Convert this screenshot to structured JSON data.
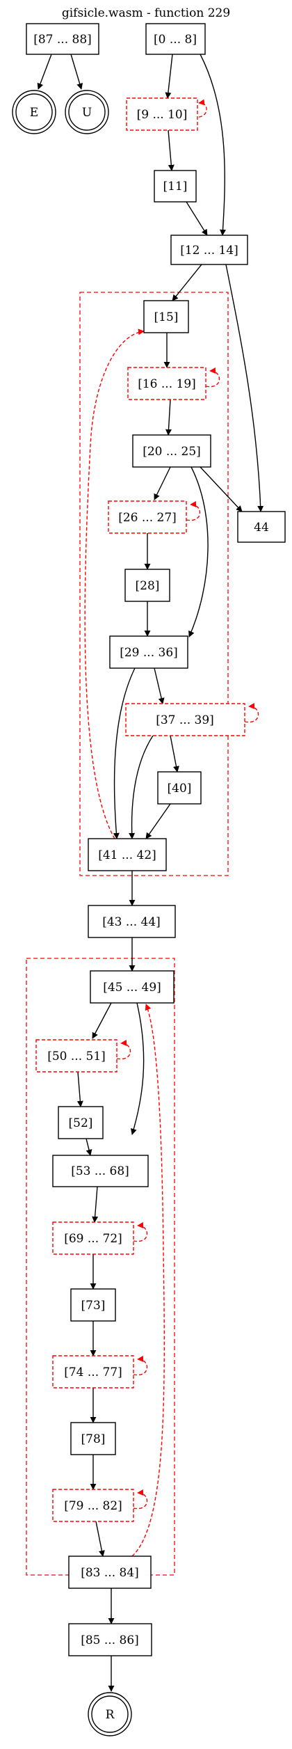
{
  "title": "gifsicle.wasm - function 229",
  "colors": {
    "node_border": "#000000",
    "loop_edge": "#ff0000",
    "background": "#ffffff"
  },
  "nodes": {
    "n87": "[87 ... 88]",
    "n0": "[0 ... 8]",
    "nE": "E",
    "nU": "U",
    "n9": "[9 ... 10]",
    "n11": "[11]",
    "n12": "[12 ... 14]",
    "n15": "[15]",
    "n16": "[16 ... 19]",
    "n20": "[20 ... 25]",
    "n44": "44",
    "n26": "[26 ... 27]",
    "n28": "[28]",
    "n29": "[29 ... 36]",
    "n37": "[37 ... 39]",
    "n40": "[40]",
    "n41": "[41 ... 42]",
    "n43": "[43 ... 44]",
    "n45": "[45 ... 49]",
    "n50": "[50 ... 51]",
    "n52": "[52]",
    "n53": "[53 ... 68]",
    "n69": "[69 ... 72]",
    "n73": "[73]",
    "n74": "[74 ... 77]",
    "n78": "[78]",
    "n79": "[79 ... 82]",
    "n83": "[83 ... 84]",
    "n85": "[85 ... 86]",
    "nR": "R"
  }
}
